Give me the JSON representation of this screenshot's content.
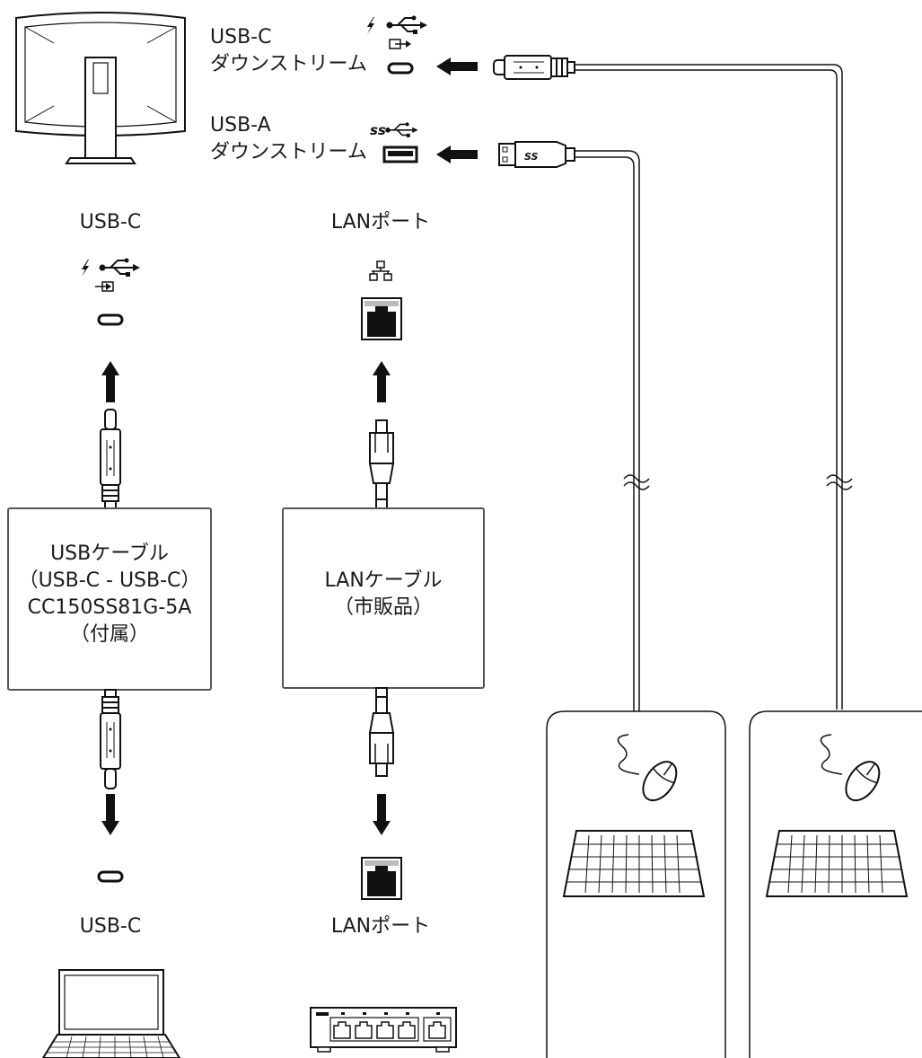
{
  "top_ports": {
    "usb_c": {
      "line1": "USB-C",
      "line2": "ダウンストリーム"
    },
    "usb_a": {
      "line1": "USB-A",
      "line2": "ダウンストリーム"
    },
    "ss_logo": "ss"
  },
  "left_column": {
    "top_label": "USB-C",
    "cable_box": [
      "USBケーブル",
      "（USB-C - USB-C）",
      "CC150SS81G-5A",
      "（付属）"
    ],
    "bottom_label": "USB-C"
  },
  "middle_column": {
    "top_label": "LANポート",
    "cable_box": [
      "LANケーブル",
      "（市販品）"
    ],
    "bottom_label": "LANポート"
  },
  "icons": [
    "monitor-icon",
    "lightning-icon",
    "usb-icon",
    "usb-c-port-icon",
    "usb-a-port-icon",
    "lan-network-icon",
    "rj45-port-icon",
    "usb-c-plug-icon",
    "rj45-plug-icon",
    "laptop-icon",
    "network-hub-icon",
    "mouse-icon",
    "keyboard-icon",
    "arrow-icon"
  ]
}
